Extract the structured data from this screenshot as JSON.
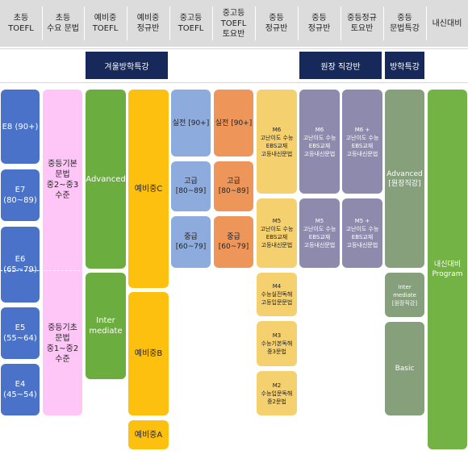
{
  "colors": {
    "header_bg": "#dcdcdc",
    "banner_bg": "#16295a",
    "blue": "#4a72c9",
    "pink": "#fec6f6",
    "green": "#6cad3f",
    "yellow": "#fec00e",
    "light_blue": "#8dabdc",
    "orange": "#ee965a",
    "tan": "#f5d06f",
    "purple": "#8e8aad",
    "sage": "#85a07b",
    "lime": "#73b244"
  },
  "header": {
    "columns": [
      "초등\nTOEFL",
      "초등\n수요 문법",
      "예비중\nTOEFL",
      "예비중\n정규반",
      "중고등\nTOEFL",
      "중고등\nTOEFL\n토요반",
      "중등\n정규반",
      "중등\n정규반",
      "중등정규\n토요반",
      "중등\n문법특강",
      "내신대비"
    ]
  },
  "banners": {
    "winter": "겨울방학특강",
    "director": "원장 직강반",
    "vacation": "방학특강"
  },
  "elem_toefl": {
    "levels": [
      "E8 (90+)",
      "E7\n(80~89)",
      "E6\n(65~79)",
      "E5\n(55~64)",
      "E4\n(45~54)"
    ]
  },
  "elem_grammar": {
    "upper": "중등기본\n문법\n중2~중3\n수준",
    "lower": "중등기초\n문법\n중1~중2\n수준"
  },
  "pre_toefl": {
    "advanced": "Advanced",
    "intermediate": "Inter\nmediate"
  },
  "pre_regular": {
    "c": "예비중C",
    "b": "예비중B",
    "a": "예비중A"
  },
  "hs_toefl": {
    "actual": "실전 [90+]",
    "advanced": "고급\n[80~89]",
    "middle": "중급\n[60~79]"
  },
  "hs_toefl_sat": {
    "actual": "실전 [90+]",
    "advanced": "고급\n[80~89]",
    "middle": "중급\n[60~79]"
  },
  "mid_regular": {
    "m6": "M6\n고난이도 수능\nEBS교재\n고등내신문법",
    "m5": "M5\n고난이도 수능\nEBS교재\n고등내신문법",
    "m4": "M4\n수능실전독해\n고등입문문법",
    "m3": "M3\n수능기본독해\n중3문법",
    "m2": "M2\n수능입문독해\n중2문법"
  },
  "director_regular": {
    "m6": "M6\n고난이도 수능\nEBS교재\n고등내신문법",
    "m5": "M5\n고난이도 수능\nEBS교재\n고등내신문법"
  },
  "director_saturday": {
    "m6": "M6 +\n고난이도 수능\nEBS교재\n고등내신문법",
    "m5": "M5 +\n고난이도 수능\nEBS교재\n고등내신문법"
  },
  "grammar_special": {
    "advanced": "Advanced\n[원장직강]",
    "intermediate": "Inter\nmediate\n[원장직강]",
    "basic": "Basic"
  },
  "exam_prep": {
    "program": "내신대비\nProgram"
  }
}
